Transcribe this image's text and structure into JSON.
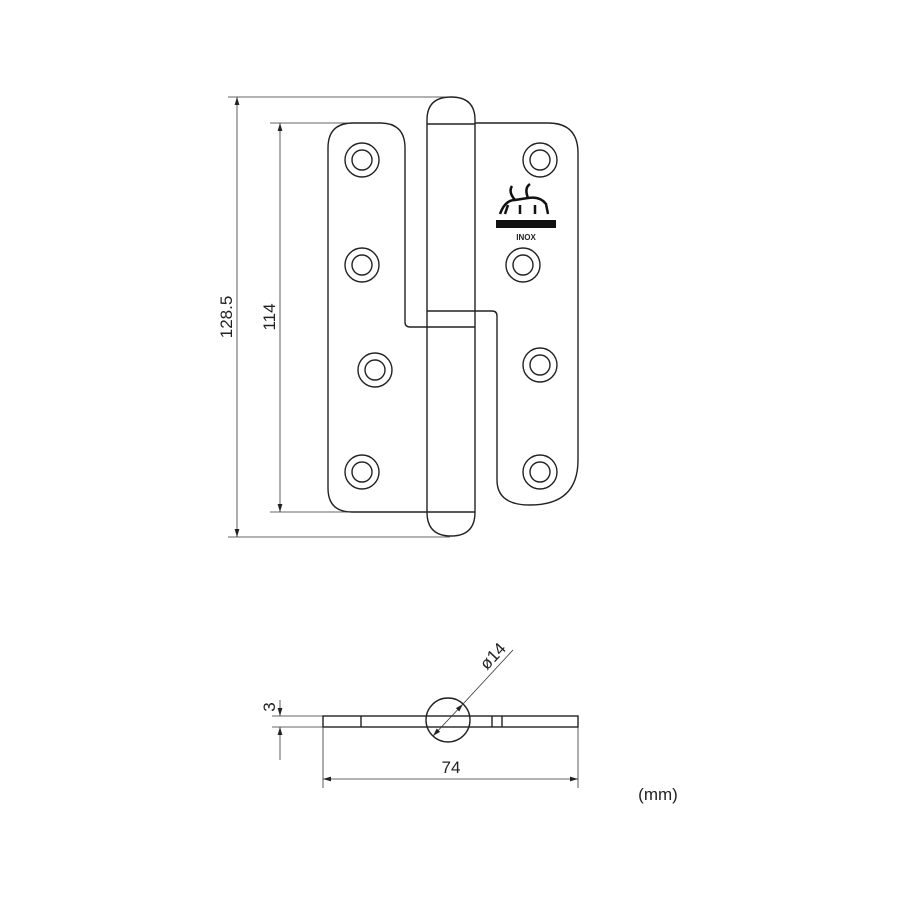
{
  "front_view": {
    "overall_height": "128.5",
    "leaf_height": "114",
    "logo_text": "INOX"
  },
  "section_view": {
    "thickness": "3",
    "pin_diameter": "ø14",
    "width": "74"
  },
  "units": "(mm)",
  "colors": {
    "line": "#222222",
    "background": "#ffffff"
  }
}
